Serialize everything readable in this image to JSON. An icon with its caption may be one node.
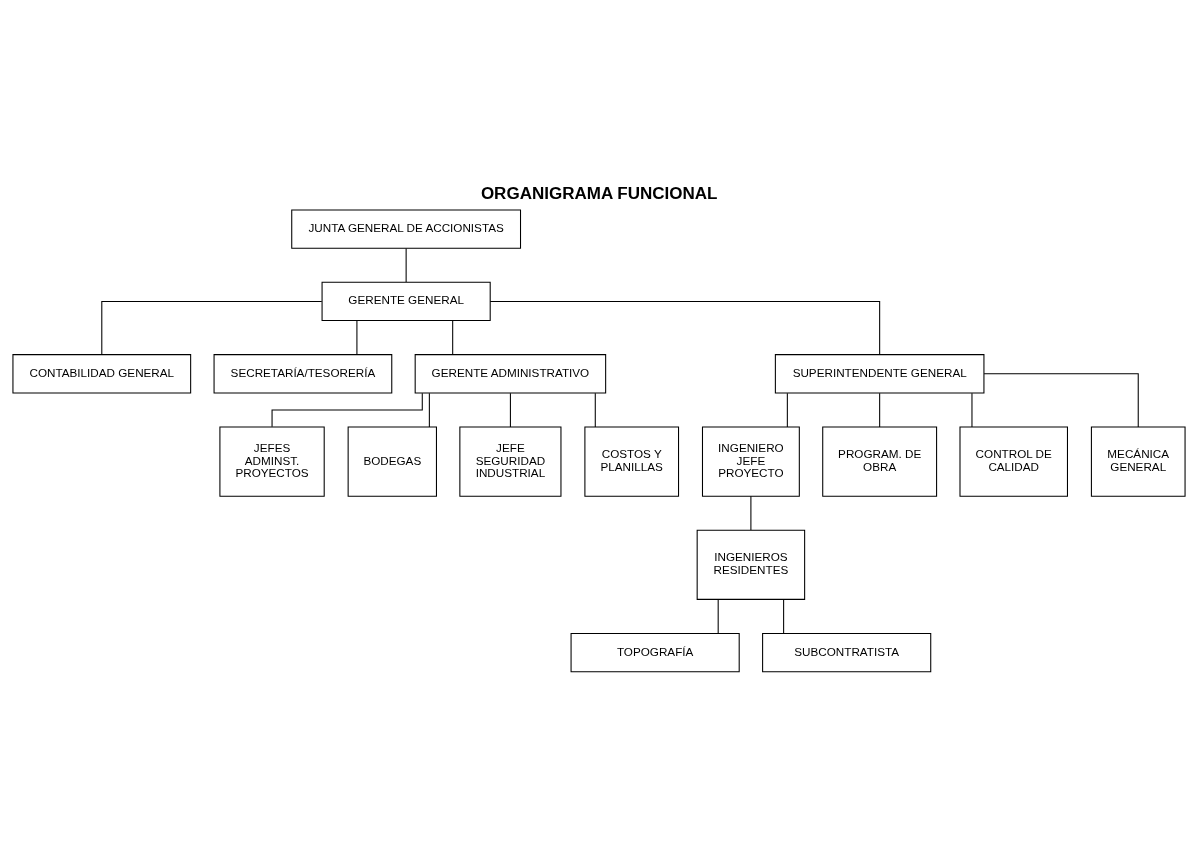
{
  "diagram": {
    "title": "ORGANIGRAMA FUNCIONAL",
    "nodes": [
      {
        "text": [
          "JUNTA GENERAL DE ACCIONISTAS"
        ]
      },
      {
        "text": [
          "GERENTE GENERAL"
        ]
      },
      {
        "text": [
          "CONTABILIDAD GENERAL"
        ]
      },
      {
        "text": [
          "SECRETARÍA/TESORERÍA"
        ]
      },
      {
        "text": [
          "GERENTE ADMINISTRATIVO"
        ]
      },
      {
        "text": [
          "SUPERINTENDENTE GENERAL"
        ]
      },
      {
        "text": [
          "JEFES ADMINST. PROYECTOS"
        ]
      },
      {
        "text": [
          "BODEGAS"
        ]
      },
      {
        "text": [
          "JEFE SEGURIDAD INDUSTRIAL"
        ]
      },
      {
        "text": [
          "COSTOS Y PLANILLAS"
        ]
      },
      {
        "text": [
          "INGENIERO JEFE PROYECTO"
        ]
      },
      {
        "text": [
          "PROGRAM. DE OBRA"
        ]
      },
      {
        "text": [
          "CONTROL DE CALIDAD"
        ]
      },
      {
        "text": [
          "MECÁNICA GENERAL"
        ]
      },
      {
        "text": [
          "INGENIEROS RESIDENTES"
        ]
      },
      {
        "text": [
          "TOPOGRAFÍA"
        ]
      },
      {
        "text": [
          "SUBCONTRATISTA"
        ]
      }
    ],
    "edges": [
      {
        "from": 0,
        "to": 1,
        "arrow": "none"
      },
      {
        "from": 1,
        "to": 2,
        "arrow": "none"
      },
      {
        "from": 1,
        "to": 3,
        "arrow": "none"
      },
      {
        "from": 1,
        "to": 4,
        "arrow": "none"
      },
      {
        "from": 1,
        "to": 5,
        "arrow": "none"
      },
      {
        "from": 4,
        "to": 6,
        "arrow": "none"
      },
      {
        "from": 4,
        "to": 7,
        "arrow": "none"
      },
      {
        "from": 4,
        "to": 8,
        "arrow": "none"
      },
      {
        "from": 4,
        "to": 9,
        "arrow": "none"
      },
      {
        "from": 5,
        "to": 10,
        "arrow": "none"
      },
      {
        "from": 5,
        "to": 11,
        "arrow": "none"
      },
      {
        "from": 5,
        "to": 12,
        "arrow": "none"
      },
      {
        "from": 5,
        "to": 13,
        "arrow": "none"
      },
      {
        "from": 10,
        "to": 14,
        "arrow": "none"
      },
      {
        "from": 14,
        "to": 15,
        "arrow": "none"
      },
      {
        "from": 14,
        "to": 16,
        "arrow": "none"
      }
    ]
  }
}
